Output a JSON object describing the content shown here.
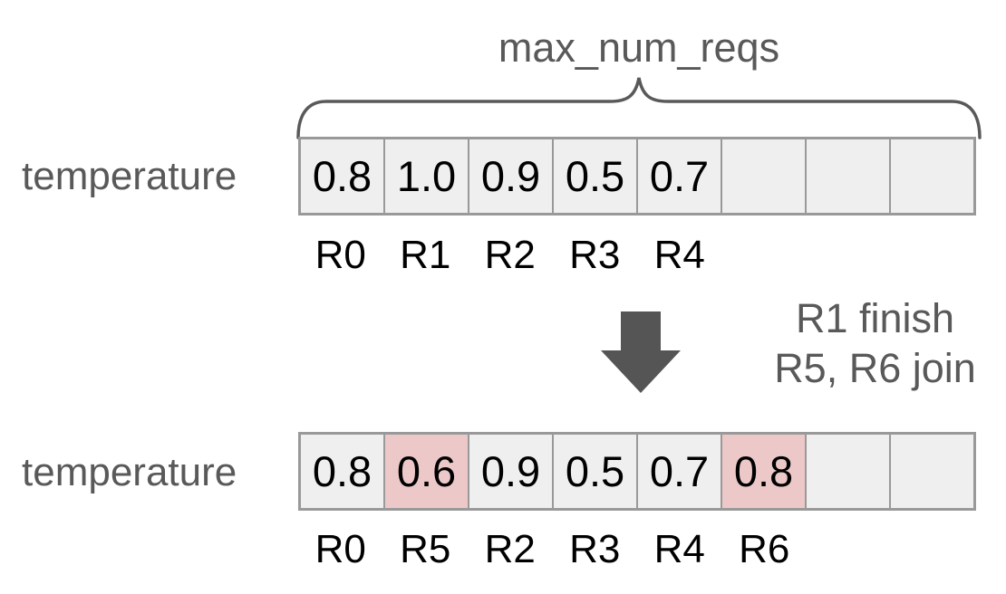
{
  "colors": {
    "background": "#ffffff",
    "gray_text": "#595959",
    "cell_text": "#000000",
    "cell_fill": "#efefef",
    "cell_highlight_fill": "#ecc9c8",
    "cell_border": "#999999",
    "arrow_fill": "#555555"
  },
  "diagram": {
    "brace_label": "max_num_reqs",
    "transition_note": {
      "line1": "R1 finish",
      "line2": "R5, R6 join"
    },
    "rows": [
      {
        "label": "temperature",
        "cells": [
          "0.8",
          "1.0",
          "0.9",
          "0.5",
          "0.7",
          "",
          "",
          ""
        ],
        "highlighted_indices": [],
        "request_labels": [
          "R0",
          "R1",
          "R2",
          "R3",
          "R4",
          "",
          "",
          ""
        ]
      },
      {
        "label": "temperature",
        "cells": [
          "0.8",
          "0.6",
          "0.9",
          "0.5",
          "0.7",
          "0.8",
          "",
          ""
        ],
        "highlighted_indices": [
          1,
          5
        ],
        "request_labels": [
          "R0",
          "R5",
          "R2",
          "R3",
          "R4",
          "R6",
          "",
          ""
        ]
      }
    ]
  }
}
